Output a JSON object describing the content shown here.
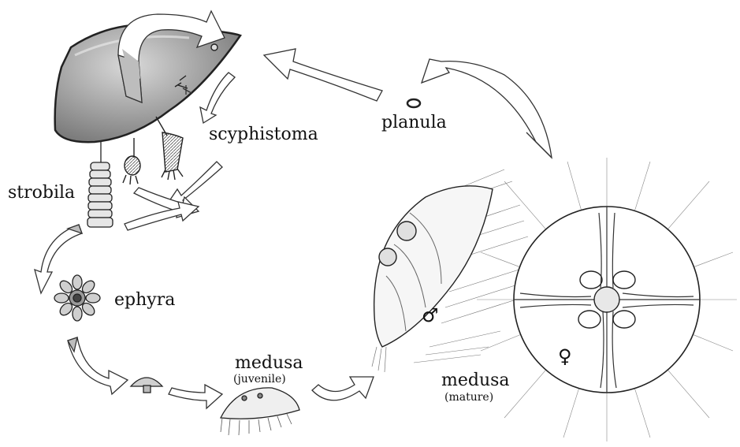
{
  "labels": {
    "scyphistoma": "scyphistoma",
    "planula": "planula",
    "strobila": "strobila",
    "ephyra": "ephyra",
    "medusa_juvenile": "medusa",
    "juvenile": "(juvenile)",
    "medusa_mature": "medusa",
    "mature": "(mature)",
    "male_symbol": "♂",
    "female_symbol": "♀"
  },
  "colors": {
    "ink": "#1a1a1a",
    "arrow_fill": "#ffffff",
    "arrow_shade": "#bdbdbd",
    "rock": "#9a9a9a",
    "bell": "#f4f4f4"
  }
}
